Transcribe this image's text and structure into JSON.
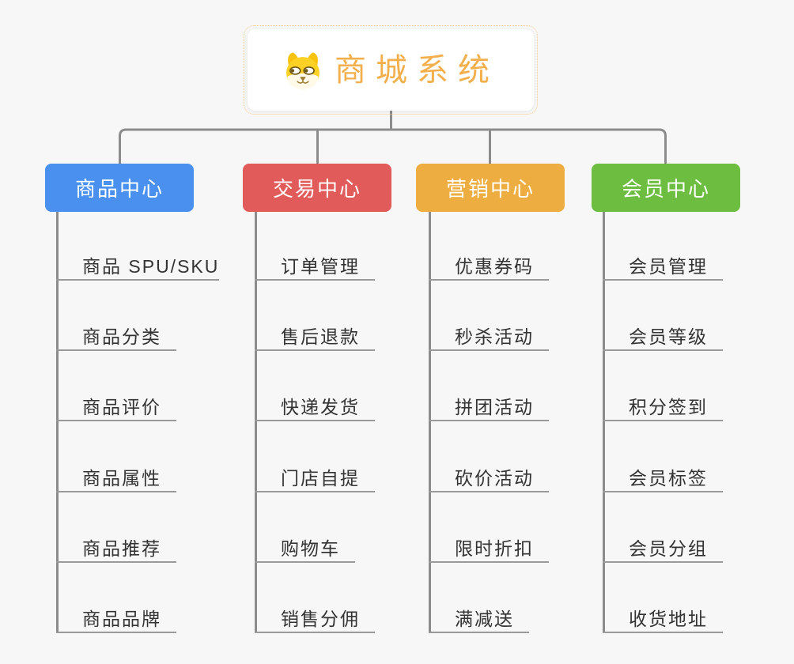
{
  "page": {
    "background_color": "#F7F7F7",
    "connector_color": "#8C8C8C",
    "underline_color": "#9A9A9A"
  },
  "root": {
    "title": "商城系统",
    "title_color": "#F2AF4B",
    "box_color": "#FFFFFF",
    "dotted_border_color": "#F5C98A",
    "icon": "dog-face-icon"
  },
  "branches": [
    {
      "label": "商品中心",
      "color": "#4A90EE",
      "items": [
        "商品 SPU/SKU",
        "商品分类",
        "商品评价",
        "商品属性",
        "商品推荐",
        "商品品牌"
      ]
    },
    {
      "label": "交易中心",
      "color": "#E25B5B",
      "items": [
        "订单管理",
        "售后退款",
        "快递发货",
        "门店自提",
        "购物车",
        "销售分佣"
      ]
    },
    {
      "label": "营销中心",
      "color": "#EEAD41",
      "items": [
        "优惠券码",
        "秒杀活动",
        "拼团活动",
        "砍价活动",
        "限时折扣",
        "满减送"
      ]
    },
    {
      "label": "会员中心",
      "color": "#6DBE40",
      "items": [
        "会员管理",
        "会员等级",
        "积分签到",
        "会员标签",
        "会员分组",
        "收货地址"
      ]
    }
  ]
}
